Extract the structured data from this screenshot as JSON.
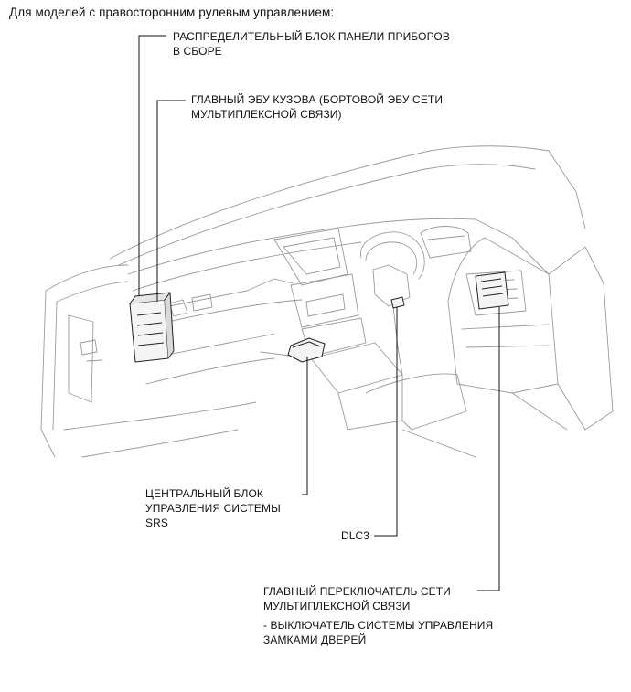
{
  "header": {
    "title": "Для моделей с правосторонним рулевым управлением:"
  },
  "callouts": {
    "junction_block": {
      "line1": "РАСПРЕДЕЛИТЕЛЬНЫЙ БЛОК ПАНЕЛИ ПРИБОРОВ",
      "line2": "В СБОРЕ"
    },
    "body_ecu": {
      "line1": "ГЛАВНЫЙ ЭБУ КУЗОВА (БОРТОВОЙ ЭБУ СЕТИ",
      "line2": "МУЛЬТИПЛЕКСНОЙ СВЯЗИ)"
    },
    "srs_unit": {
      "line1": "ЦЕНТРАЛЬНЫЙ БЛОК",
      "line2": "УПРАВЛЕНИЯ СИСТЕМЫ",
      "line3": "SRS"
    },
    "dlc3": {
      "line1": "DLC3"
    },
    "multiplex_switch": {
      "line1": "ГЛАВНЫЙ ПЕРЕКЛЮЧАТЕЛЬ СЕТИ",
      "line2": "МУЛЬТИПЛЕКСНОЙ СВЯЗИ",
      "line3": "- ВЫКЛЮЧАТЕЛЬ СИСТЕМЫ УПРАВЛЕНИЯ",
      "line4": "ЗАМКАМИ ДВЕРЕЙ"
    }
  }
}
